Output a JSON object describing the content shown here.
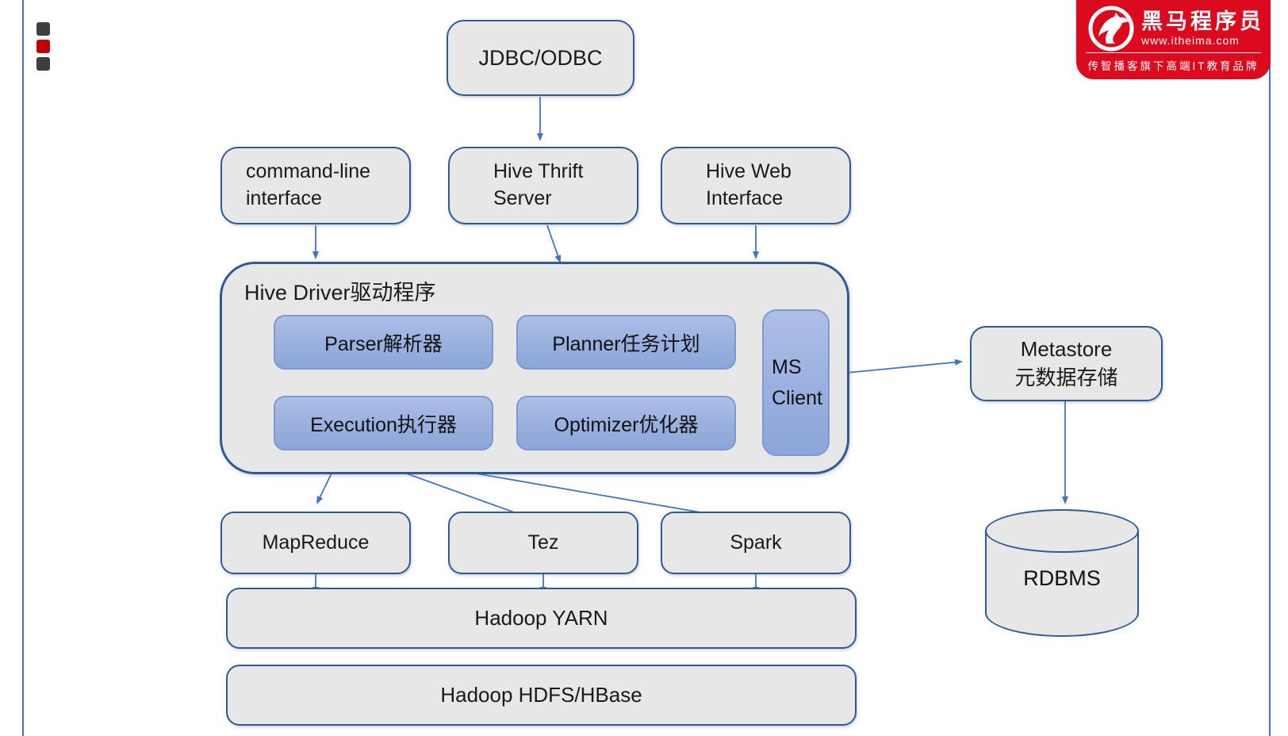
{
  "frame": {
    "accent_color": "#4472c4",
    "border_color": "#2e5b97",
    "node_fill": "#e7e7e7",
    "inner_fill": "#9db2e0"
  },
  "slide_markers": {
    "square1_color": "#3f3f3f",
    "square2_color": "#c00000",
    "square3_color": "#3f3f3f"
  },
  "logo": {
    "bg_color": "#dc0a1e",
    "brand": "黑马程序员",
    "url": "www.itheima.com",
    "tagline": "传智播客旗下高端IT教育品牌"
  },
  "diagram": {
    "nodes": {
      "jdbc": {
        "label": "JDBC/ODBC"
      },
      "cli": {
        "line1": "command-line",
        "line2": "interface"
      },
      "thrift": {
        "line1": "Hive Thrift",
        "line2": "Server"
      },
      "webui": {
        "line1": "Hive Web",
        "line2": "Interface"
      },
      "driver": {
        "title": "Hive Driver驱动程序"
      },
      "parser": {
        "label": "Parser解析器"
      },
      "planner": {
        "label": "Planner任务计划"
      },
      "execution": {
        "label": "Execution执行器"
      },
      "optimizer": {
        "label": "Optimizer优化器"
      },
      "msclient": {
        "line1": "MS",
        "line2": "Client"
      },
      "metastore": {
        "line1": "Metastore",
        "line2": "元数据存储"
      },
      "rdbms": {
        "label": "RDBMS"
      },
      "mapreduce": {
        "label": "MapReduce"
      },
      "tez": {
        "label": "Tez"
      },
      "spark": {
        "label": "Spark"
      },
      "yarn": {
        "label": "Hadoop YARN"
      },
      "hdfs": {
        "label": "Hadoop HDFS/HBase"
      }
    }
  }
}
